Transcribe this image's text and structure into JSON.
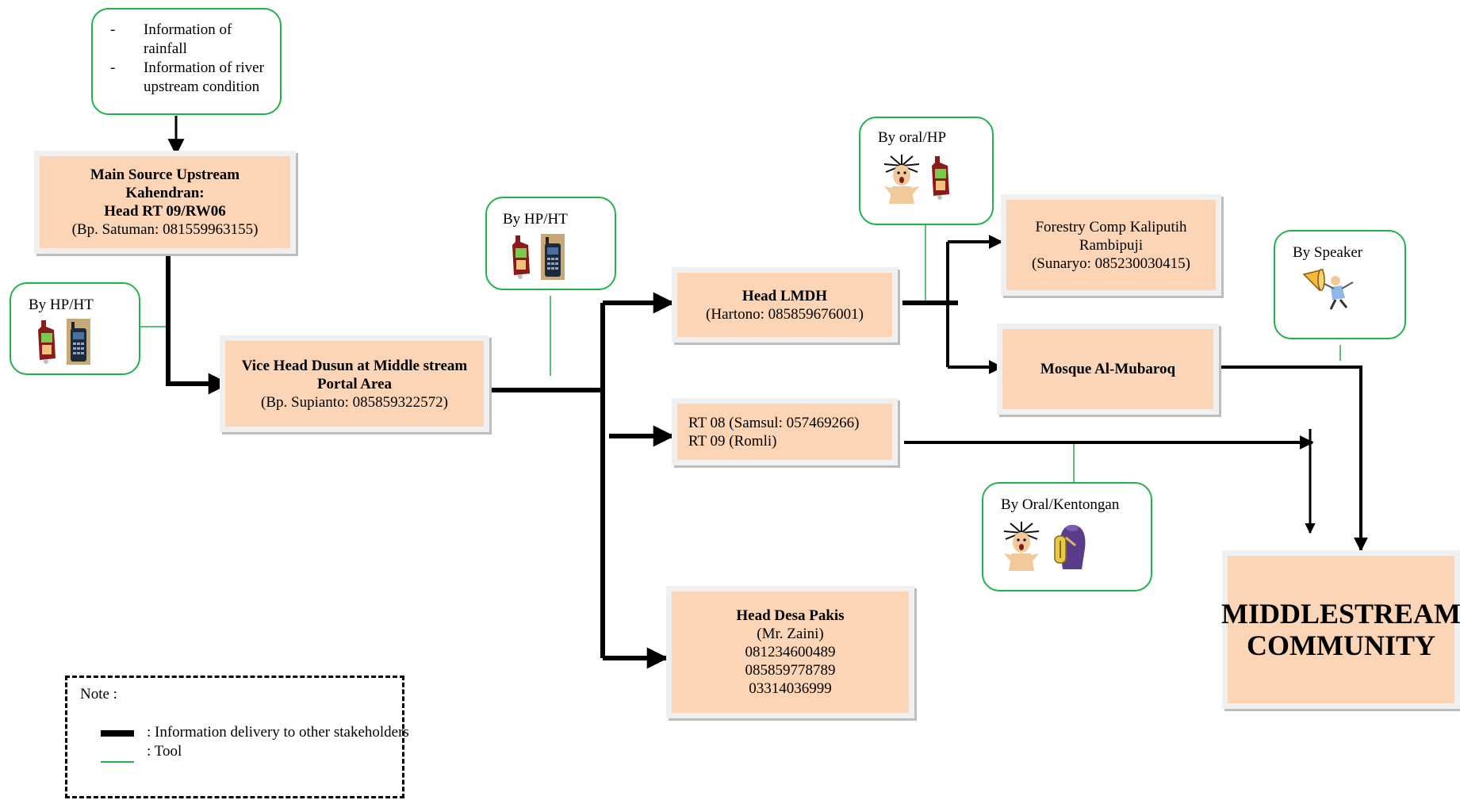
{
  "info": {
    "items": [
      "Information of rainfall",
      "Information of river upstream condition"
    ]
  },
  "nodes": {
    "main_source": {
      "lines": [
        "Main Source Upstream",
        "Kahendran:",
        "Head RT 09/RW06"
      ],
      "contact": "(Bp. Satuman: 081559963155)"
    },
    "vice_head": {
      "lines": [
        "Vice Head Dusun at Middle stream",
        "Portal Area"
      ],
      "contact": "(Bp. Supianto: 085859322572)"
    },
    "head_lmdh": {
      "lines": [
        "Head LMDH"
      ],
      "contact": "(Hartono: 085859676001)"
    },
    "rt": {
      "line1": "RT 08 (Samsul: 057469266)",
      "line2": "RT 09 (Romli)"
    },
    "head_desa": {
      "title": "Head Desa Pakis",
      "lines": [
        "(Mr. Zaini)",
        "081234600489",
        "085859778789",
        "03314036999"
      ]
    },
    "forestry": {
      "lines": [
        "Forestry Comp Kaliputih",
        "Rambipuji"
      ],
      "contact": "(Sunaryo: 085230030415)"
    },
    "mosque": {
      "title": "Mosque Al-Mubaroq"
    },
    "community": {
      "lines": [
        "MIDDLESTREAM",
        "COMMUNITY"
      ]
    }
  },
  "tools": {
    "hpht_left": {
      "label": "By  HP/HT",
      "icons": [
        "handheld-phone-icon",
        "walkie-talkie-icon"
      ]
    },
    "hpht_mid": {
      "label": "By  HP/HT",
      "icons": [
        "handheld-phone-icon",
        "walkie-talkie-icon"
      ]
    },
    "oral_hp": {
      "label": "By oral/HP",
      "icons": [
        "shouting-person-icon",
        "handheld-phone-icon"
      ]
    },
    "speaker": {
      "label": "By Speaker",
      "icons": [
        "megaphone-speaker-icon"
      ]
    },
    "oral_kentongan": {
      "label": "By Oral/Kentongan",
      "icons": [
        "shouting-person-icon",
        "kentongan-drum-icon"
      ]
    }
  },
  "note": {
    "title": "Note :",
    "thick_label": ": Information delivery to other stakeholders",
    "thin_label": ": Tool"
  },
  "colors": {
    "box_fill": "#fbd5b5",
    "tool_border": "#22b14c",
    "arrow": "#000000"
  }
}
